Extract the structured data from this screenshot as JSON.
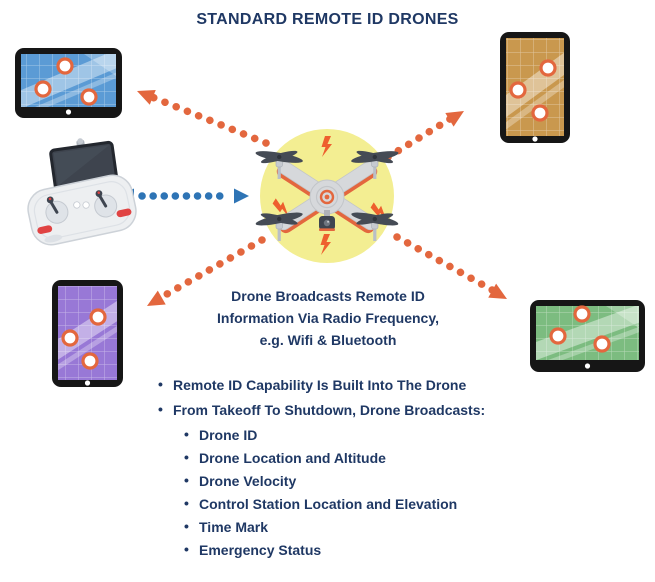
{
  "title": "STANDARD REMOTE ID DRONES",
  "center_caption": {
    "line1": "Drone Broadcasts Remote ID",
    "line2": "Information Via Radio Frequency,",
    "line3": "e.g. Wifi & Bluetooth"
  },
  "bullets": {
    "main1": "Remote ID Capability Is Built Into The Drone",
    "main2": "From Takeoff To Shutdown, Drone Broadcasts:",
    "sub": [
      "Drone ID",
      "Drone Location and Altitude",
      "Drone Velocity",
      "Control Station Location and Elevation",
      "Time Mark",
      "Emergency Status"
    ]
  },
  "colors": {
    "text_navy": "#1F3864",
    "arrow_orange": "#E3673E",
    "arrow_blue": "#2E74B5",
    "circle_yellow": "#F3EE92",
    "bolt_orange": "#EE5F2E",
    "screen_blue": "#5B9BD5",
    "screen_ochre": "#C9984E",
    "screen_purple": "#9878D6",
    "screen_green": "#7CBC80",
    "marker_ring": "#E3673E",
    "device_frame": "#161616"
  },
  "icons": {
    "center": "drone-icon",
    "left": "remote-controller-icon",
    "top_left": "tablet-map-blue-icon",
    "top_right": "tablet-map-ochre-icon",
    "bottom_left": "tablet-map-purple-icon",
    "bottom_right": "tablet-map-green-icon"
  }
}
